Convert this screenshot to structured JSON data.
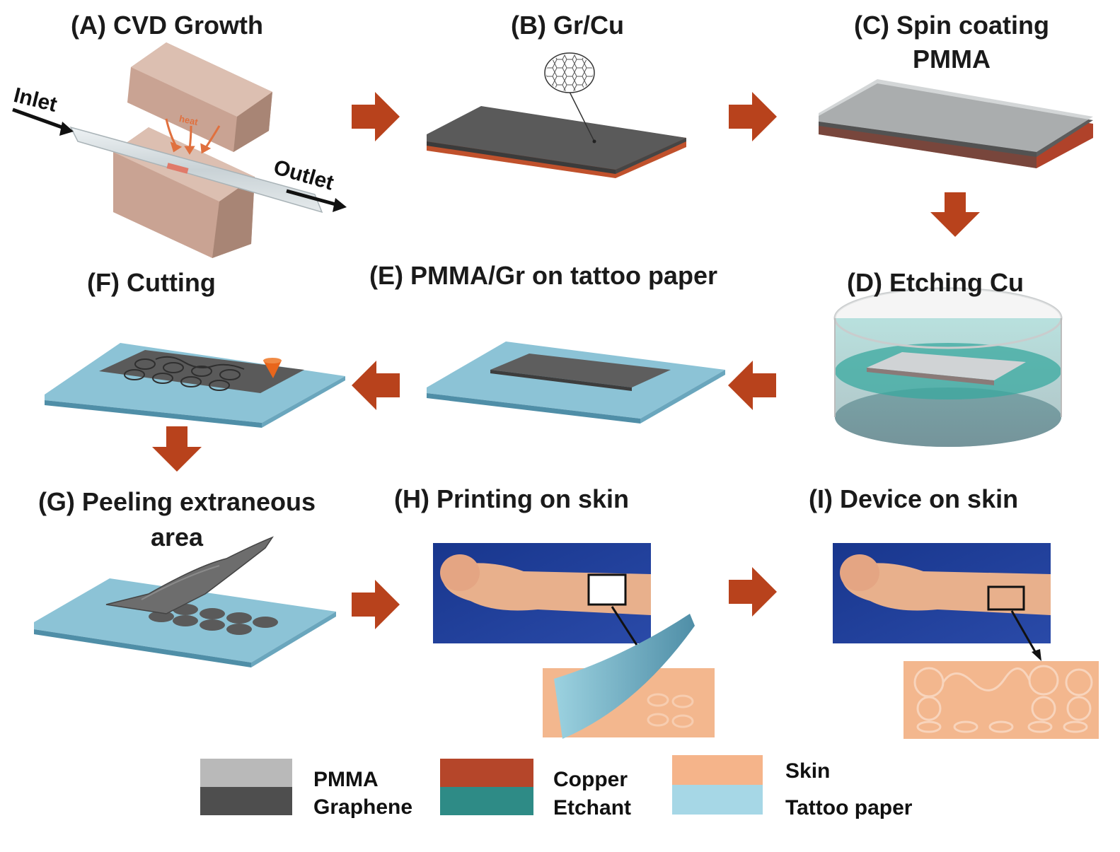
{
  "steps": {
    "a": {
      "title": "(A) CVD Growth",
      "inlet": "Inlet",
      "outlet": "Outlet",
      "heat": "heat"
    },
    "b": {
      "title": "(B) Gr/Cu"
    },
    "c": {
      "title_line1": "(C) Spin coating",
      "title_line2": "PMMA"
    },
    "d": {
      "title": "(D) Etching Cu"
    },
    "e": {
      "title": "(E) PMMA/Gr on tattoo paper"
    },
    "f": {
      "title": "(F) Cutting"
    },
    "g": {
      "title_line1": "(G) Peeling extraneous",
      "title_line2": "area"
    },
    "h": {
      "title": "(H) Printing on skin"
    },
    "i": {
      "title": "(I) Device on skin"
    }
  },
  "legend": [
    {
      "label": "PMMA",
      "color": "#b9b9b9"
    },
    {
      "label": "Graphene",
      "color": "#4e4e4e"
    },
    {
      "label": "Copper",
      "color": "#b5462a"
    },
    {
      "label": "Etchant",
      "color": "#2e8b86"
    },
    {
      "label": "Skin",
      "color": "#f5b48a"
    },
    {
      "label": "Tattoo paper",
      "color": "#a6d7e6"
    }
  ],
  "colors": {
    "arrow": "#b8421c",
    "furnace": "#c9a393",
    "tattoo_paper": "#8cc3d6",
    "graphene": "#5a5a5a",
    "copper": "#c0512c",
    "pmma": "#bdbdbd",
    "etchant": "#3aa89f",
    "skin": "#f3b78e",
    "photo_bg": "#1d3f9a"
  }
}
